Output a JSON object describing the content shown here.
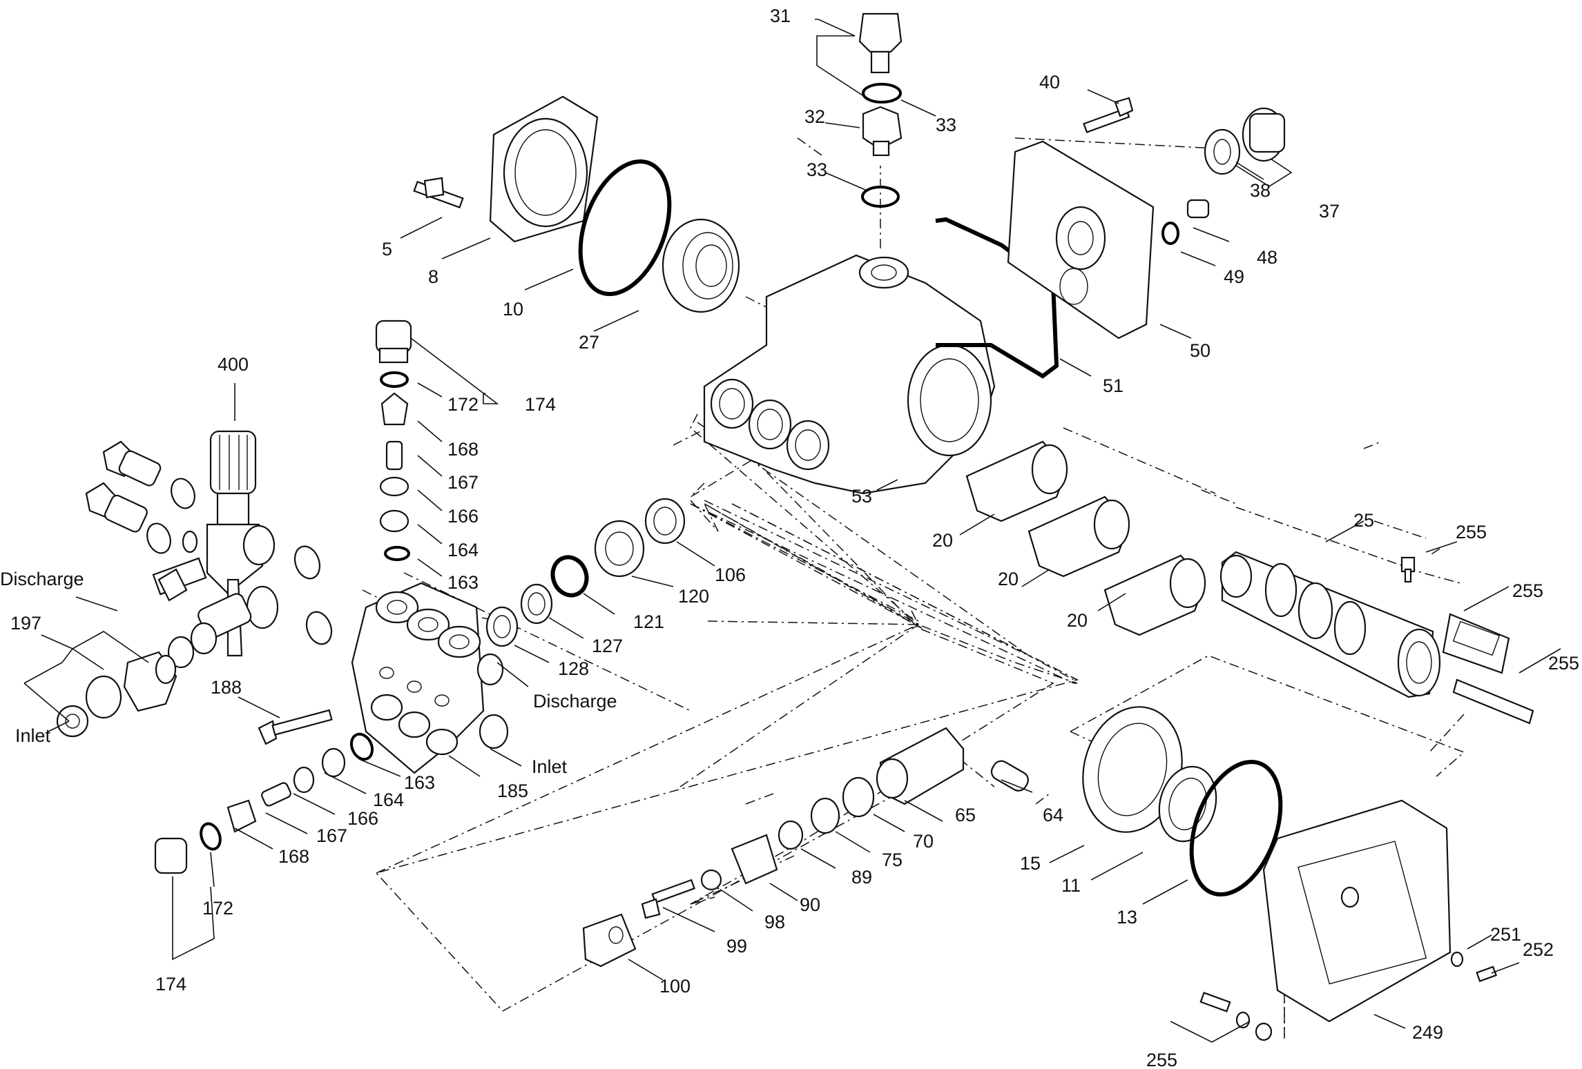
{
  "labels": {
    "l31": "31",
    "l33a": "33",
    "l40": "40",
    "l32": "32",
    "l33b": "33",
    "l38": "38",
    "l37": "37",
    "l5": "5",
    "l8": "8",
    "l48": "48",
    "l49": "49",
    "l10": "10",
    "l27": "27",
    "l50": "50",
    "l51": "51",
    "l400": "400",
    "l172a": "172",
    "l174a": "174",
    "l168a": "168",
    "l167a": "167",
    "l166a": "166",
    "l164a": "164",
    "l163a": "163",
    "l53": "53",
    "l25": "25",
    "l255a": "255",
    "l255b": "255",
    "l255c": "255",
    "l255d": "255",
    "l20a": "20",
    "l20b": "20",
    "l20c": "20",
    "l106": "106",
    "l120": "120",
    "l121": "121",
    "l127": "127",
    "l128": "128",
    "discharge1": "Discharge",
    "discharge2": "Discharge",
    "inlet1": "Inlet",
    "inlet2": "Inlet",
    "l197": "197",
    "l188": "188",
    "l185": "185",
    "l163b": "163",
    "l164b": "164",
    "l166b": "166",
    "l167b": "167",
    "l168b": "168",
    "l172b": "172",
    "l174b": "174",
    "l65": "65",
    "l64": "64",
    "l70": "70",
    "l75": "75",
    "l89": "89",
    "l90": "90",
    "l98": "98",
    "l99": "99",
    "l100": "100",
    "l15": "15",
    "l11": "11",
    "l13": "13",
    "l249": "249",
    "l251": "251",
    "l252": "252"
  }
}
